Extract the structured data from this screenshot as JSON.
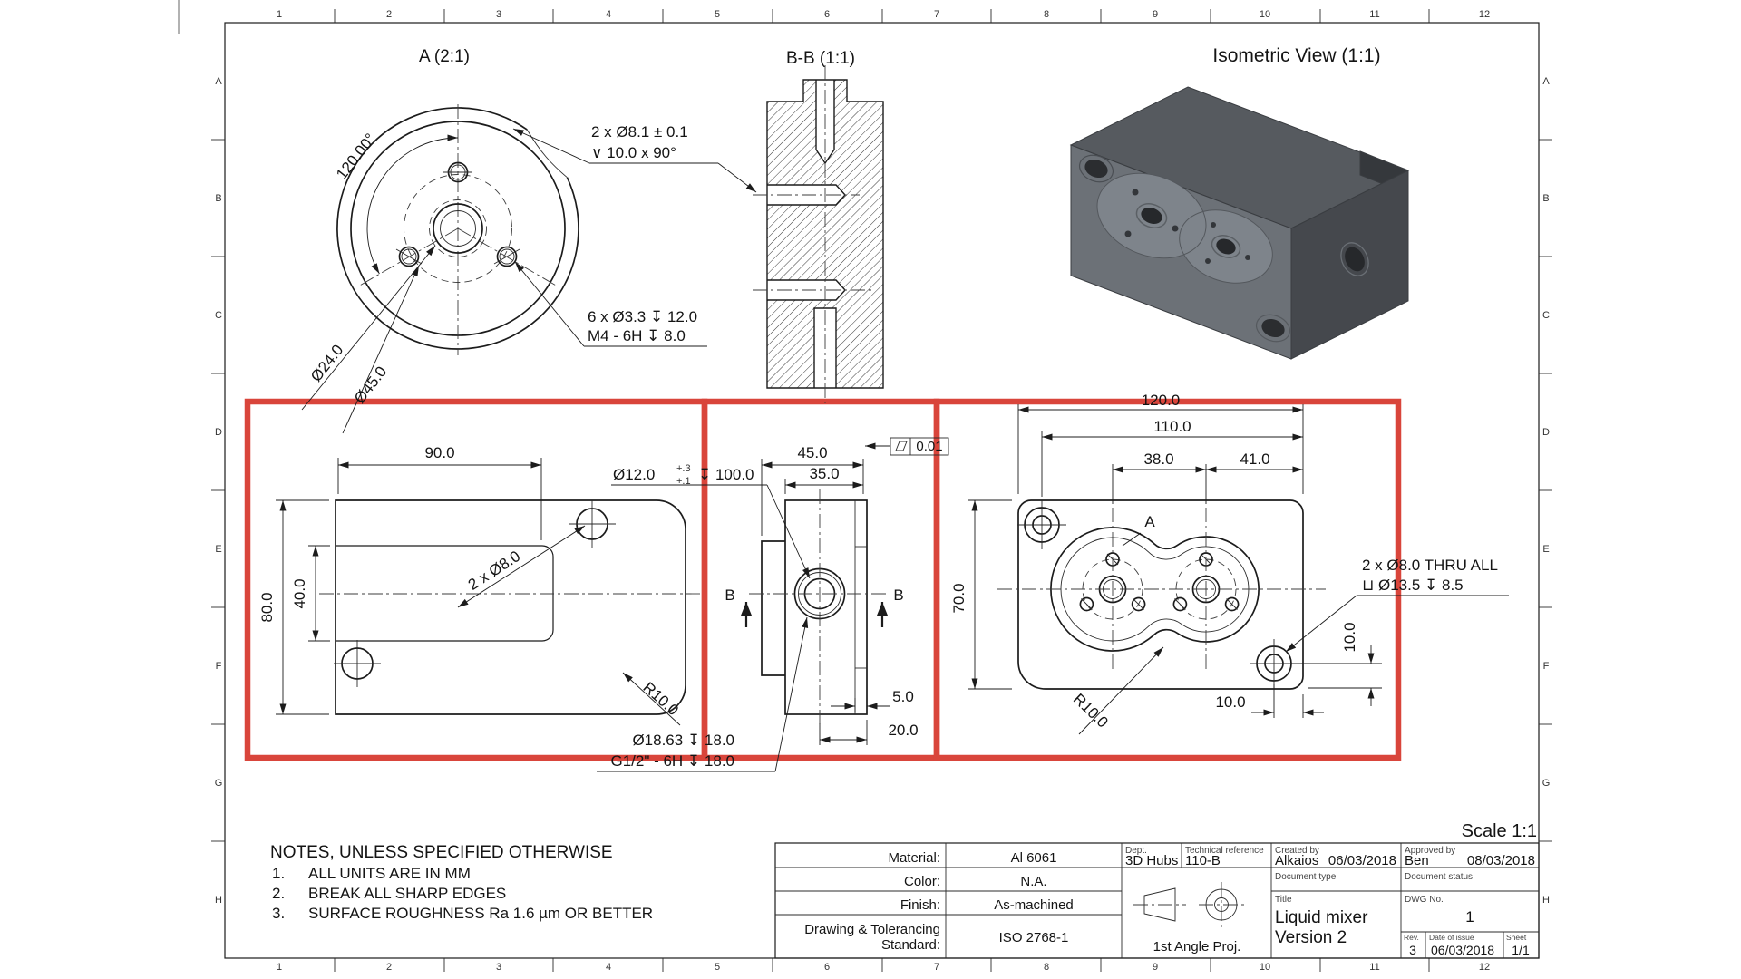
{
  "sheet": {
    "grid_columns": [
      "1",
      "2",
      "3",
      "4",
      "5",
      "6",
      "7",
      "8",
      "9",
      "10",
      "11",
      "12"
    ],
    "grid_rows": [
      "A",
      "B",
      "C",
      "D",
      "E",
      "F",
      "G",
      "H"
    ],
    "scale_note": "Scale 1:1",
    "annotation_color": "#d9453b"
  },
  "views": {
    "detail_a": {
      "label": "A (2:1)",
      "angle_dim": "120.00°",
      "dia_24": "Ø24.0",
      "dia_45": "Ø45.0",
      "callout_csk_line1": "2 x Ø8.1 ± 0.1",
      "callout_csk_line2": "∨ 10.0 x 90°",
      "callout_tap_line1": "6 x Ø3.3 ↧ 12.0",
      "callout_tap_line2": "M4 - 6H ↧ 8.0"
    },
    "section_bb": {
      "label": "B-B (1:1)"
    },
    "isometric": {
      "label": "Isometric View (1:1)"
    },
    "plate": {
      "dim_width": "90.0",
      "dim_height": "80.0",
      "dim_slot": "40.0",
      "holes": "2 x Ø8.0",
      "fillet": "R10.0",
      "bore_callout_dia": "Ø12.0",
      "bore_tol_upper": "+.3",
      "bore_tol_lower": "+.1",
      "bore_depth": "↧ 100.0"
    },
    "side": {
      "dim_45": "45.0",
      "dim_35": "35.0",
      "dim_5": "5.0",
      "dim_20": "20.0",
      "section_letter": "B",
      "flatness": "0.01",
      "port_line1": "Ø18.63 ↧ 18.0",
      "port_line2": "G1/2\" - 6H ↧ 18.0"
    },
    "front": {
      "dim_120": "120.0",
      "dim_110": "110.0",
      "dim_38": "38.0",
      "dim_41": "41.0",
      "dim_70": "70.0",
      "dim_10a": "10.0",
      "dim_10b": "10.0",
      "fillet": "R10.0",
      "detail_letter": "A",
      "cb_line1": "2 x Ø8.0 THRU ALL",
      "cb_line2": "⊔ Ø13.5 ↧ 8.5"
    }
  },
  "notes": {
    "heading": "NOTES, UNLESS SPECIFIED OTHERWISE",
    "items": [
      {
        "num": "1.",
        "text": "ALL UNITS ARE IN MM"
      },
      {
        "num": "2.",
        "text": "BREAK ALL SHARP EDGES"
      },
      {
        "num": "3.",
        "text": "SURFACE ROUGHNESS Ra 1.6 µm OR BETTER"
      }
    ]
  },
  "title_block": {
    "material_label": "Material:",
    "material_value": "Al 6061",
    "color_label": "Color:",
    "color_value": "N.A.",
    "finish_label": "Finish:",
    "finish_value": "As-machined",
    "standard_label_line1": "Drawing & Tolerancing",
    "standard_label_line2": "Standard:",
    "standard_value": "ISO 2768-1",
    "dept_label": "Dept.",
    "dept_value": "3D Hubs",
    "techref_label": "Technical reference",
    "techref_value": "110-B",
    "projection_label": "1st Angle Proj.",
    "created_label": "Created by",
    "created_value": "Alkaios",
    "created_date": "06/03/2018",
    "approved_label": "Approved by",
    "approved_value": "Ben",
    "approved_date": "08/03/2018",
    "doctype_label": "Document type",
    "docstatus_label": "Document status",
    "title_label": "Title",
    "title_line1": "Liquid mixer",
    "title_line2": "Version 2",
    "dwg_label": "DWG No.",
    "dwg_value": "1",
    "rev_label": "Rev.",
    "rev_value": "3",
    "issue_label": "Date of issue",
    "issue_value": "06/03/2018",
    "sheet_label": "Sheet",
    "sheet_value": "1/1"
  }
}
